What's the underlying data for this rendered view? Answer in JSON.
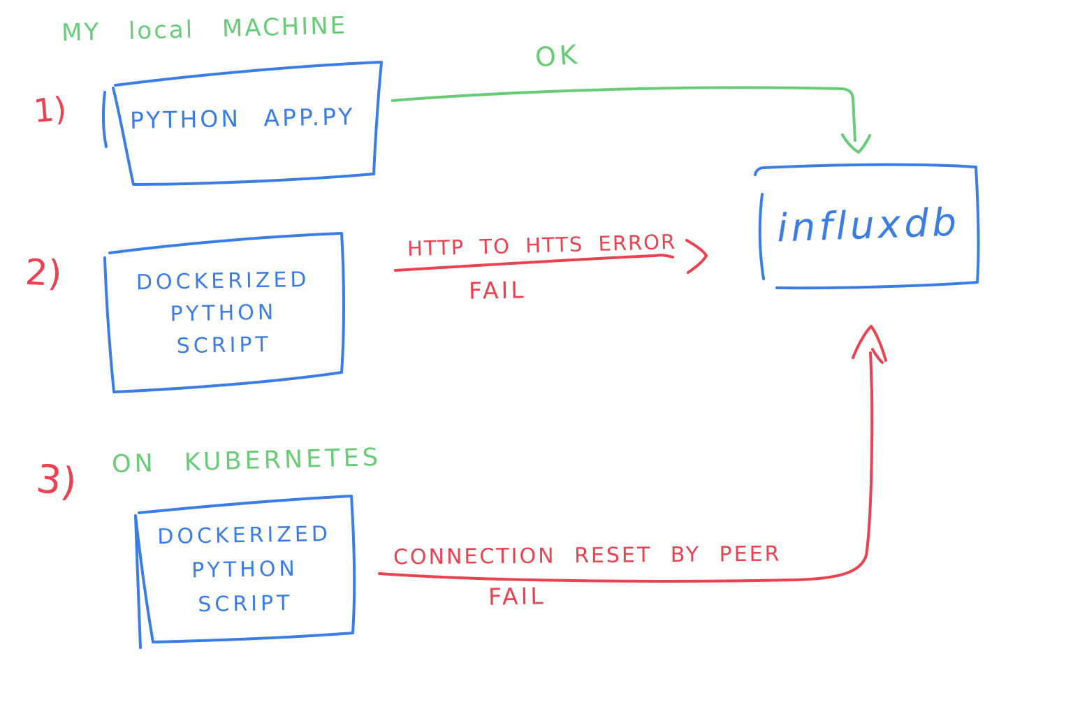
{
  "colors": {
    "background": "#ffffff",
    "green": "#68cb77",
    "blue": "#3b7de4",
    "red": "#eb4150"
  },
  "labels": {
    "local_machine": "MY local MACHINE",
    "on_kubernetes": "ON KUBERNETES"
  },
  "scenarios": [
    {
      "number": "1)",
      "box": "PYTHON APP.PY",
      "result": "OK"
    },
    {
      "number": "2)",
      "box_lines": [
        "DOCKERIZED",
        "PYTHON",
        "SCRIPT"
      ],
      "error": "HTTP TO HTTS ERROR",
      "result": "FAIL"
    },
    {
      "number": "3)",
      "box_lines": [
        "DOCKERIZED",
        "PYTHON",
        "SCRIPT"
      ],
      "error": "CONNECTION RESET BY PEER",
      "result": "FAIL"
    }
  ],
  "database": {
    "label": "influxdb"
  }
}
